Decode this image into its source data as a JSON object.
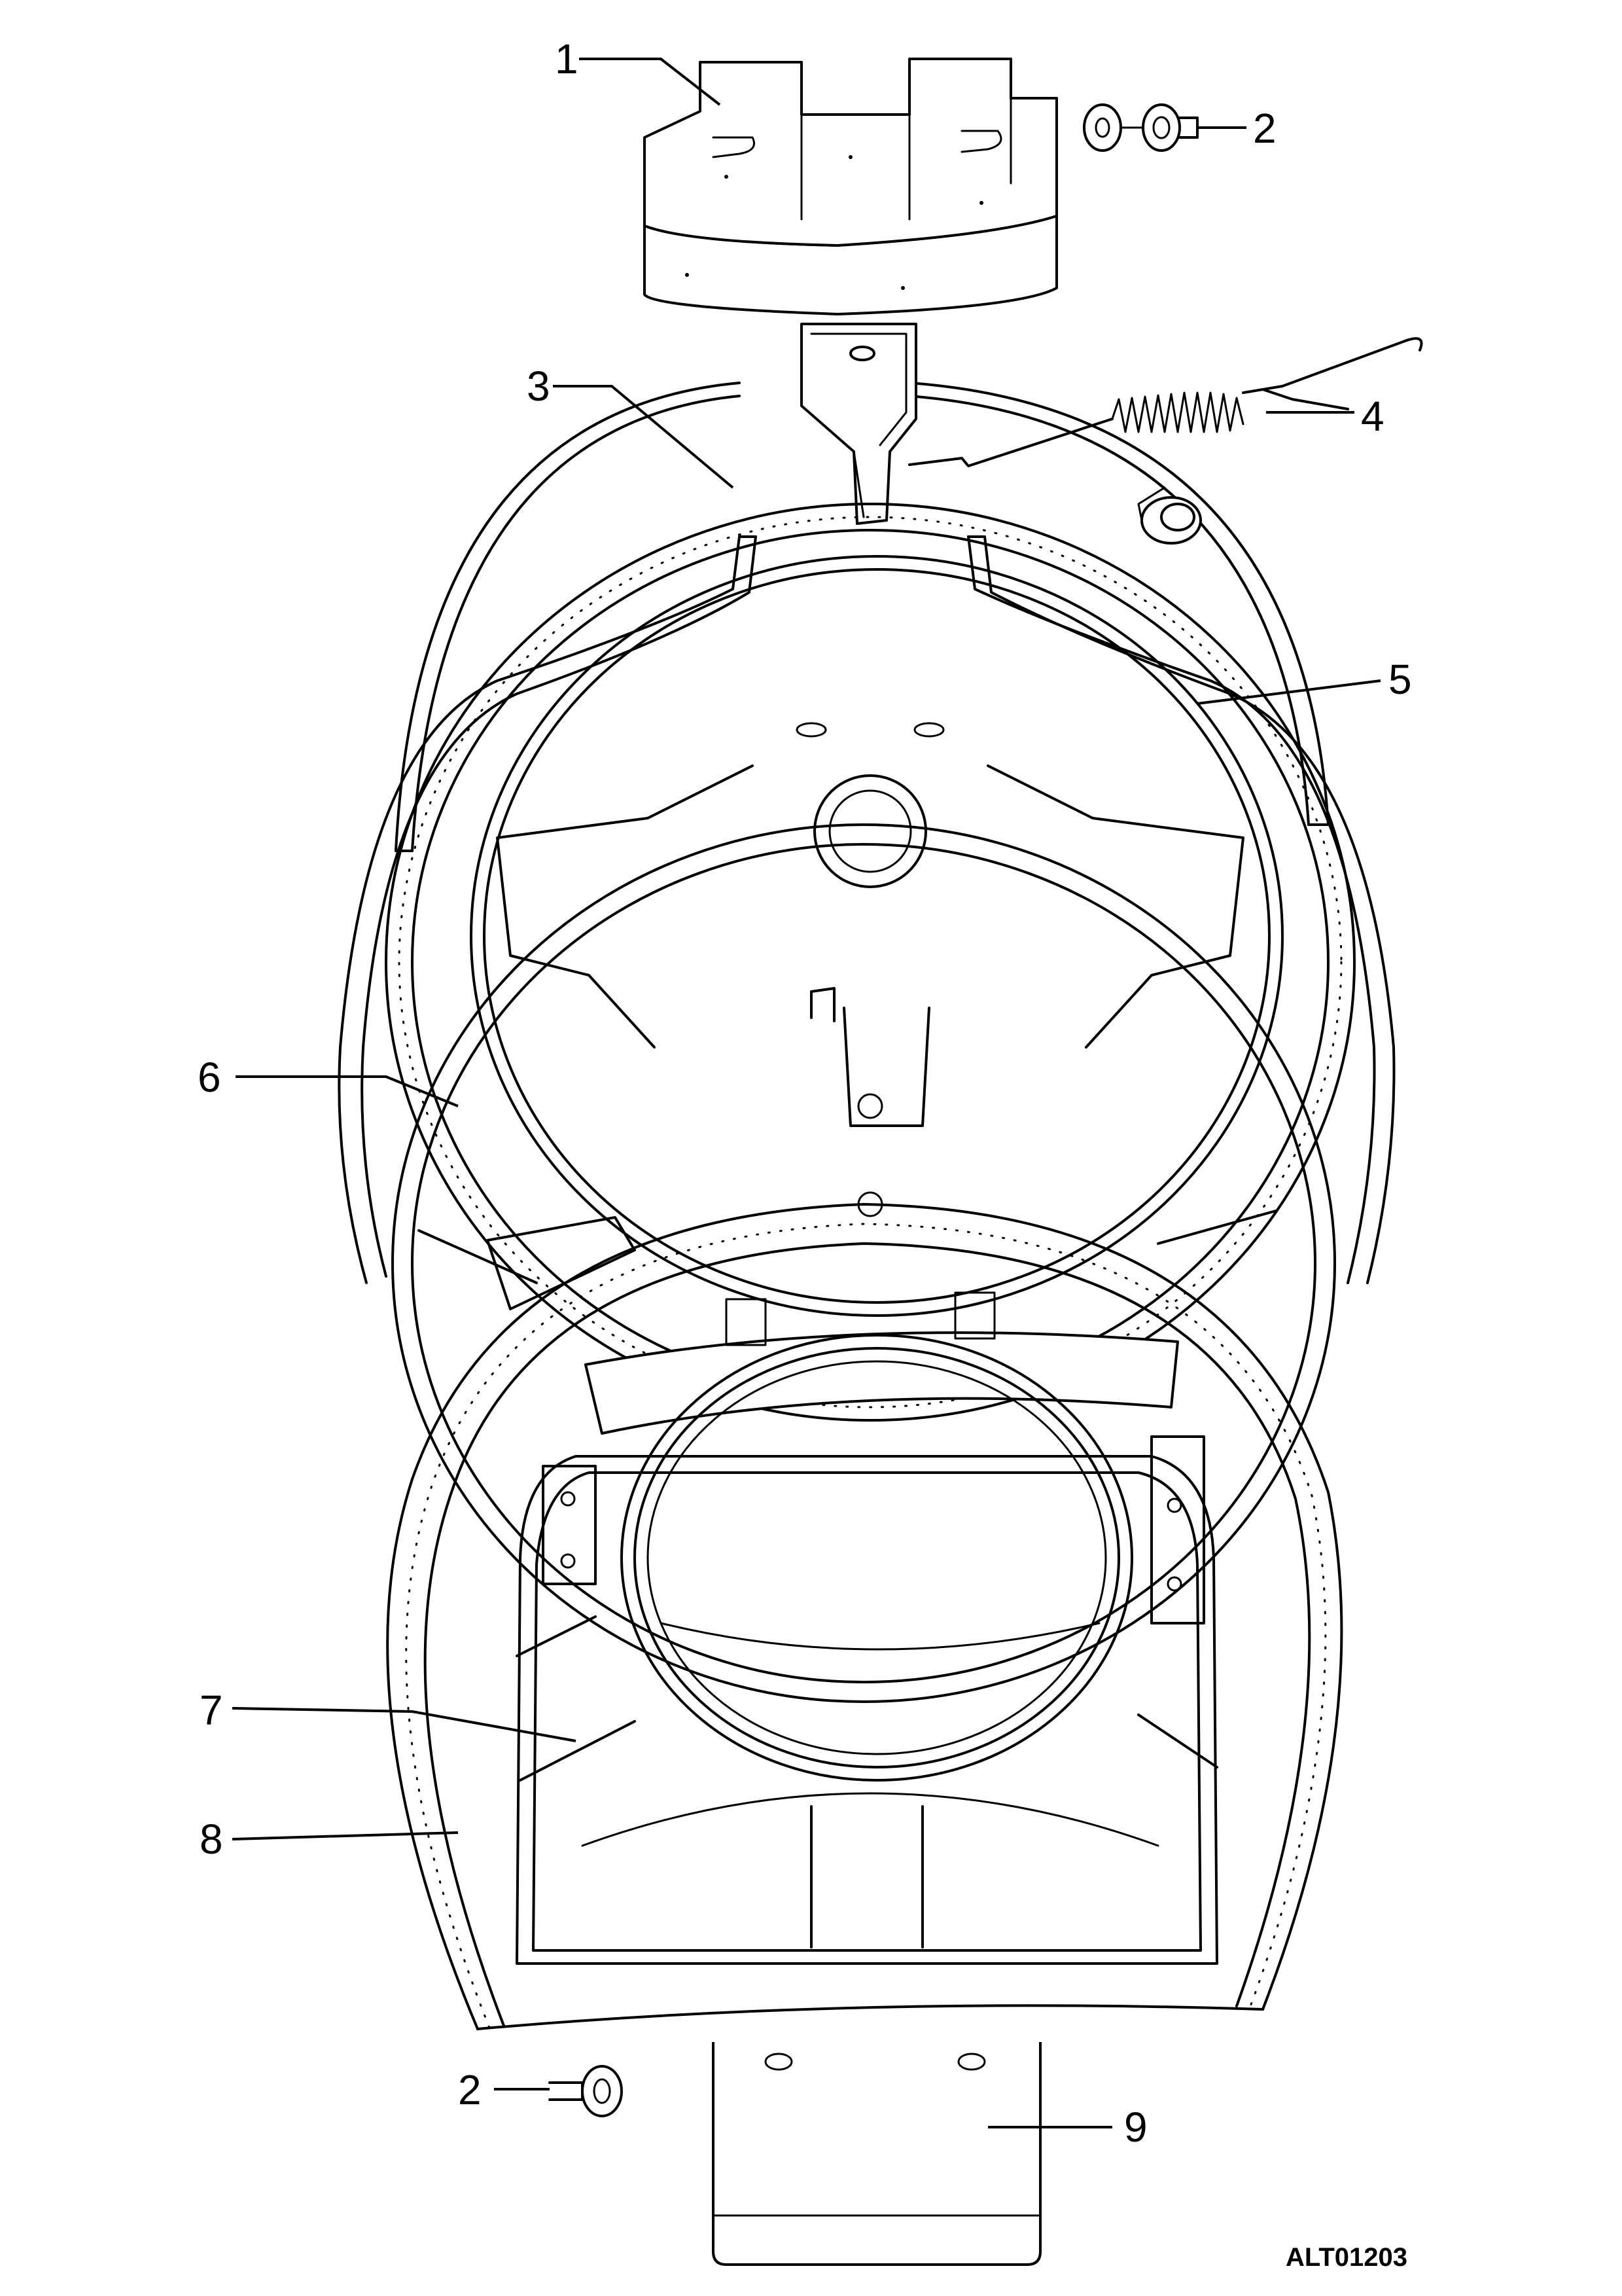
{
  "figure_id": "ALT01203",
  "callouts": [
    {
      "label": "1"
    },
    {
      "label": "2"
    },
    {
      "label": "3"
    },
    {
      "label": "4"
    },
    {
      "label": "5"
    },
    {
      "label": "6"
    },
    {
      "label": "7"
    },
    {
      "label": "8"
    },
    {
      "label": "2"
    },
    {
      "label": "9"
    }
  ],
  "colors": {
    "ink": "#000000",
    "paper": "#ffffff"
  }
}
